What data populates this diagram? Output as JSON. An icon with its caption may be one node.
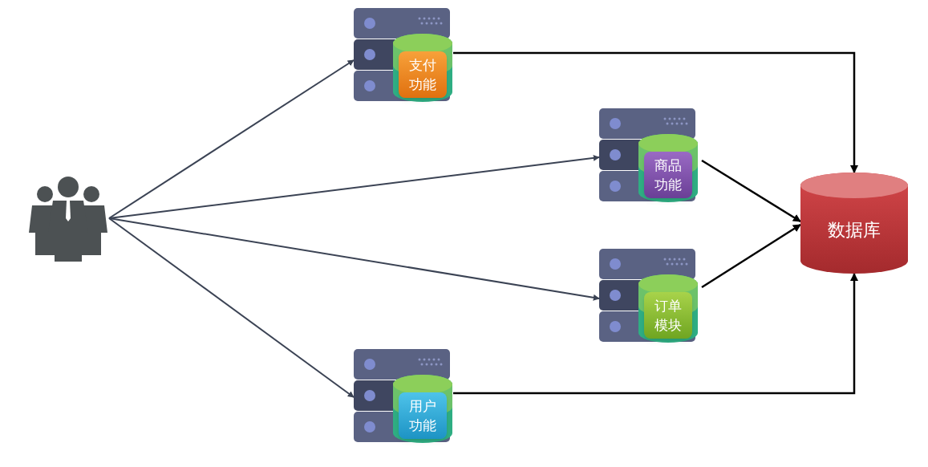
{
  "diagram": {
    "nodes": [
      {
        "text": [],
        "shape": "person"
      },
      {
        "text": [
          "支付功能"
        ]
      },
      {
        "text": [
          "商品功能"
        ]
      },
      {
        "text": [
          "订单模块"
        ]
      },
      {
        "text": [
          "用户功能"
        ]
      },
      {
        "text": [
          "数据库"
        ]
      }
    ],
    "edges": [
      {
        "from": 0,
        "to": 1,
        "arrow": "to",
        "color": "#3b4354"
      },
      {
        "from": 0,
        "to": 2,
        "arrow": "to",
        "color": "#3b4354"
      },
      {
        "from": 0,
        "to": 3,
        "arrow": "to",
        "color": "#3b4354"
      },
      {
        "from": 0,
        "to": 4,
        "arrow": "to",
        "color": "#3b4354"
      },
      {
        "from": 1,
        "to": 5,
        "arrow": "to"
      },
      {
        "from": 2,
        "to": 5,
        "arrow": "to"
      },
      {
        "from": 3,
        "to": 5,
        "arrow": "to"
      },
      {
        "from": 4,
        "to": 5,
        "arrow": "to"
      }
    ]
  }
}
